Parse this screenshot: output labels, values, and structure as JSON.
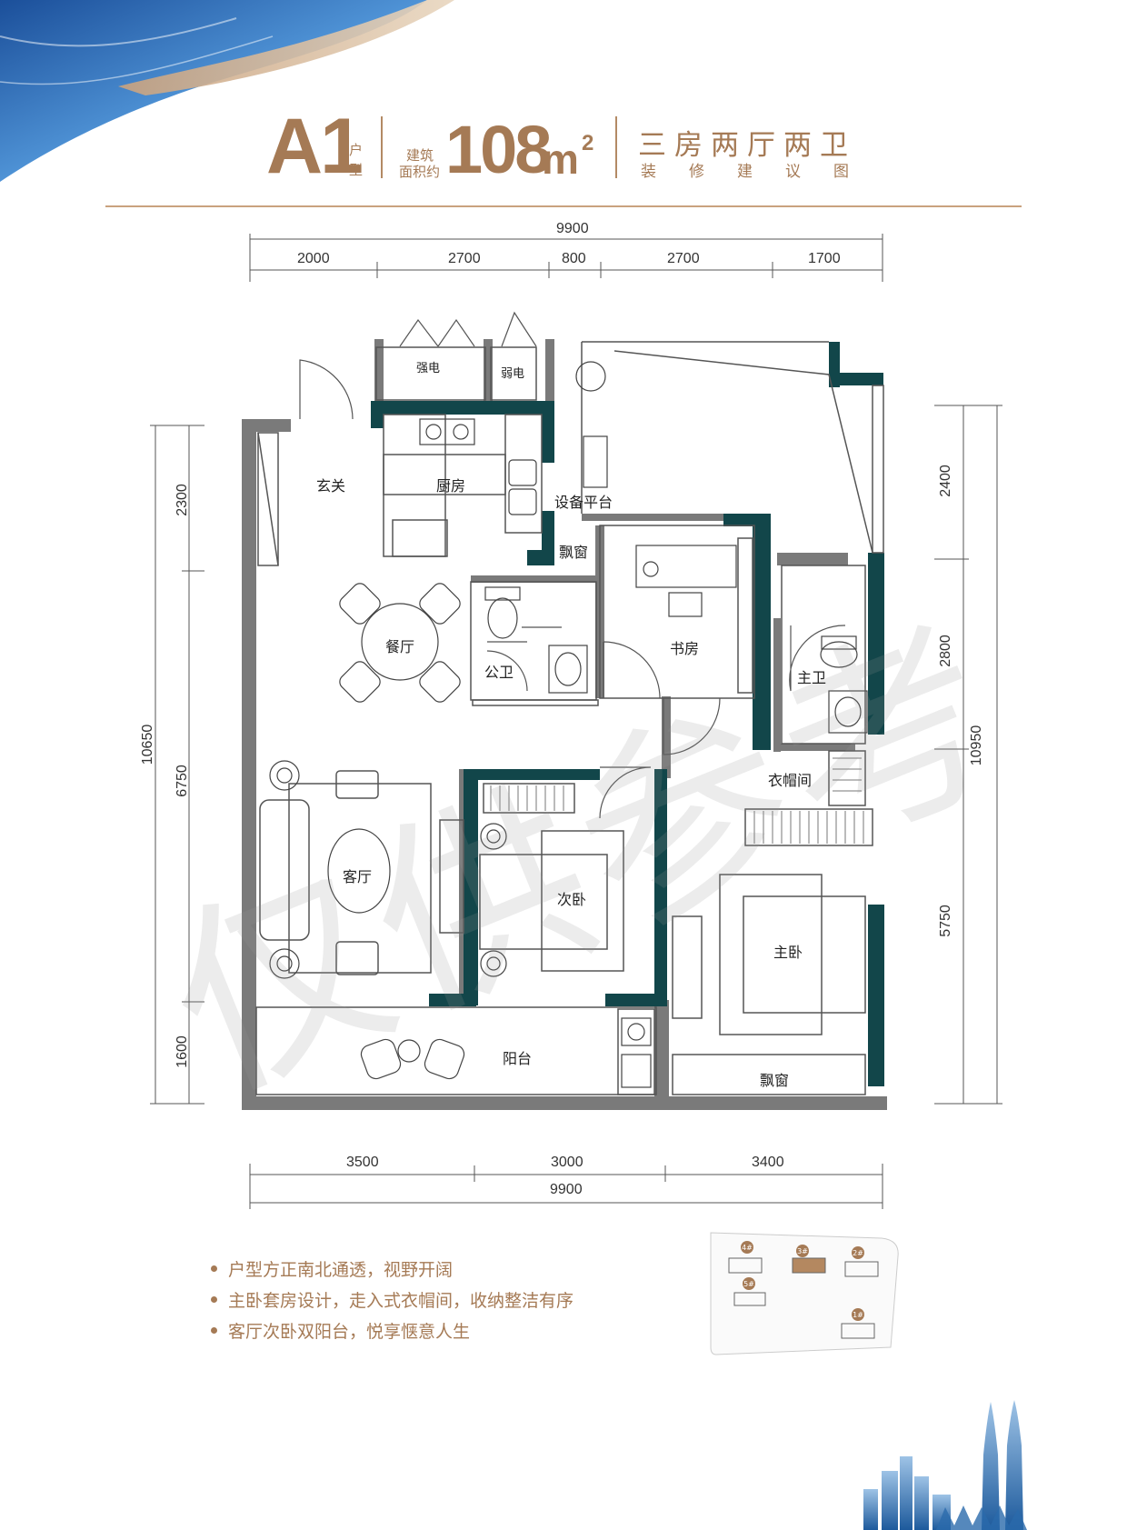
{
  "header": {
    "unit_code": "A1",
    "unit_word_1": "户",
    "unit_word_2": "型",
    "area_label_1": "建筑",
    "area_label_2": "面积约",
    "area_value": "108",
    "area_unit": "m",
    "area_sup": "2",
    "layout_title": "三房两厅两卫",
    "layout_subtitle": "装修建议图"
  },
  "dimensions": {
    "top_total": "9900",
    "top_segments": [
      "2000",
      "2700",
      "800",
      "2700",
      "1700"
    ],
    "bottom_segments": [
      "3500",
      "3000",
      "3400"
    ],
    "bottom_total": "9900",
    "left_total": "10650",
    "left_segments": [
      "2300",
      "6750",
      "1600"
    ],
    "right_total": "10950",
    "right_segments": [
      "2400",
      "2800",
      "5750"
    ]
  },
  "rooms": {
    "strong_electric": "强电",
    "weak_electric": "弱电",
    "entrance": "玄关",
    "kitchen": "厨房",
    "equipment_platform": "设备平台",
    "bay_window_1": "飘窗",
    "study": "书房",
    "dining": "餐厅",
    "public_bath": "公卫",
    "master_bath": "主卫",
    "cloakroom": "衣帽间",
    "living": "客厅",
    "second_bedroom": "次卧",
    "master_bedroom": "主卧",
    "balcony": "阳台",
    "bay_window_2": "飘窗"
  },
  "watermark": "仅供参考",
  "features": [
    "户型方正南北通透，视野开阔",
    "主卧套房设计，走入式衣帽间，收纳整洁有序",
    "客厅次卧双阳台，悦享惬意人生"
  ],
  "site_map": {
    "buildings": [
      "4#",
      "3#",
      "2#",
      "5#",
      "1#"
    ]
  },
  "colors": {
    "gold": "#a57a55",
    "wall_gray": "#7a7a7a",
    "wall_teal": "#12464a",
    "blue_swoosh": "#2f6fb6"
  }
}
